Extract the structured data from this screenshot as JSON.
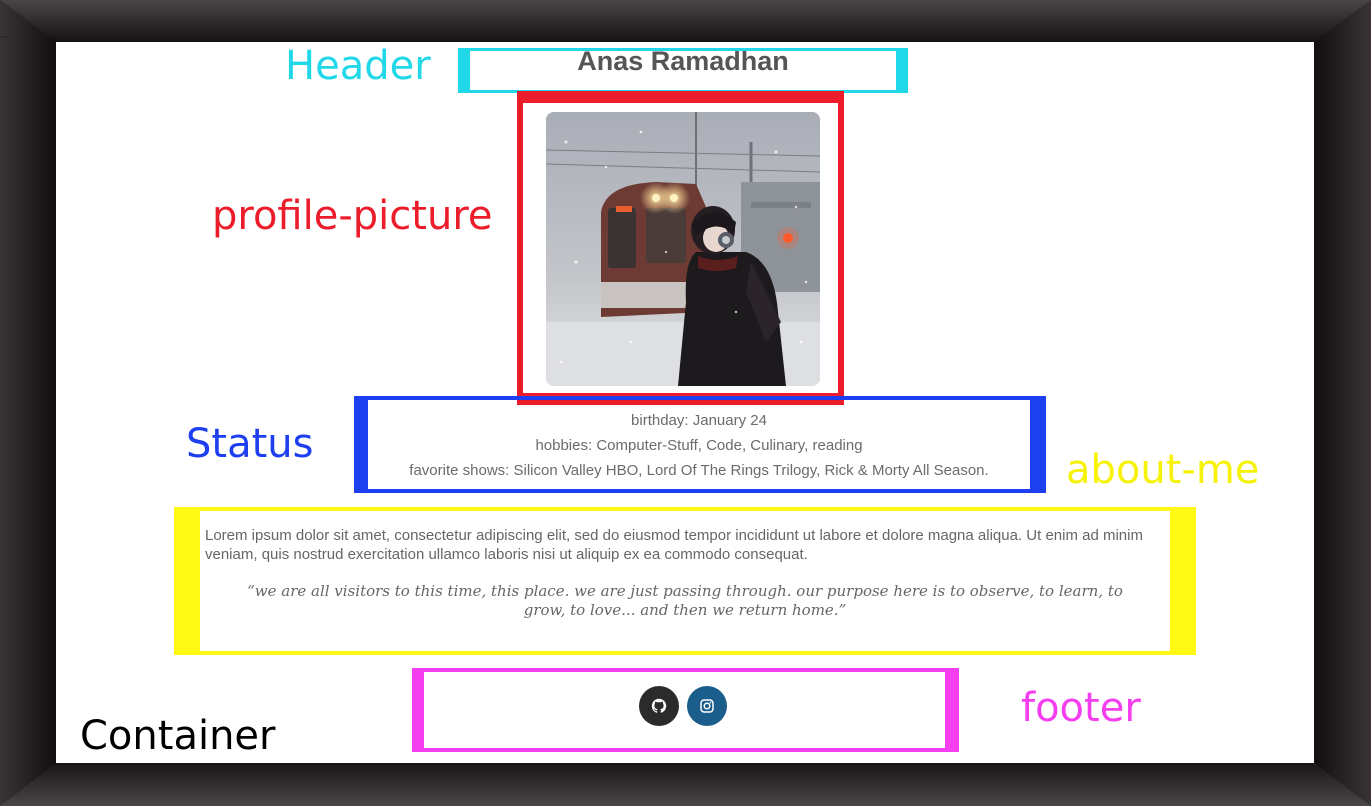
{
  "page": {
    "title": "Anas Ramadhan",
    "status": [
      "birthday: January 24",
      "hobbies: Computer-Stuff, Code, Culinary, reading",
      "favorite shows: Silicon Valley HBO, Lord Of The Rings Trilogy, Rick & Morty All Season."
    ],
    "about": "Lorem ipsum dolor sit amet, consectetur adipiscing elit, sed do eiusmod tempor incididunt ut labore et dolore magna aliqua. Ut enim ad minim veniam, quis nostrud exercitation ullamco laboris nisi ut aliquip ex ea commodo consequat.",
    "quote": "“we are all visitors to this time, this place. we are just passing through. our purpose here is to observe, to learn, to grow, to love... and then we return home.”",
    "social_icons": [
      "github-icon",
      "instagram-icon"
    ]
  },
  "annotations": {
    "header": "Header",
    "profile_picture": "profile-picture",
    "status": "Status",
    "about_me": "about-me",
    "footer": "footer",
    "container": "Container"
  },
  "colors": {
    "header": "#21d8e8",
    "profile_picture": "#ec1c2a",
    "status": "#1d3ff0",
    "about_me": "#fff914",
    "footer": "#f53ef0",
    "frame": "#231c1f"
  }
}
